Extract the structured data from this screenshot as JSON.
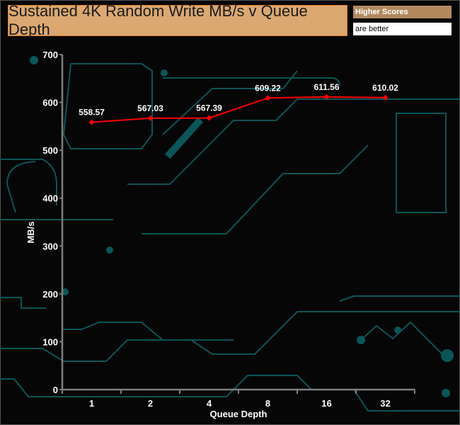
{
  "legend": {
    "line1": "Higher Scores",
    "line2": "are better"
  },
  "chart_data": {
    "type": "line",
    "title": "Sustained 4K Random Write MB/s v Queue Depth",
    "xlabel": "Queue Depth",
    "ylabel": "MB/s",
    "categories": [
      "1",
      "2",
      "4",
      "8",
      "16",
      "32"
    ],
    "series": [
      {
        "name": "Sustained 4K Random Write",
        "values": [
          558.57,
          567.03,
          567.39,
          609.22,
          611.56,
          610.02
        ],
        "labels": [
          "558.57",
          "567.03",
          "567.39",
          "609.22",
          "611.56",
          "610.02"
        ],
        "color": "#ff0000"
      }
    ],
    "ylim": [
      0,
      700
    ],
    "yticks": [
      "0",
      "100",
      "200",
      "300",
      "400",
      "500",
      "600",
      "700"
    ],
    "grid": false
  }
}
